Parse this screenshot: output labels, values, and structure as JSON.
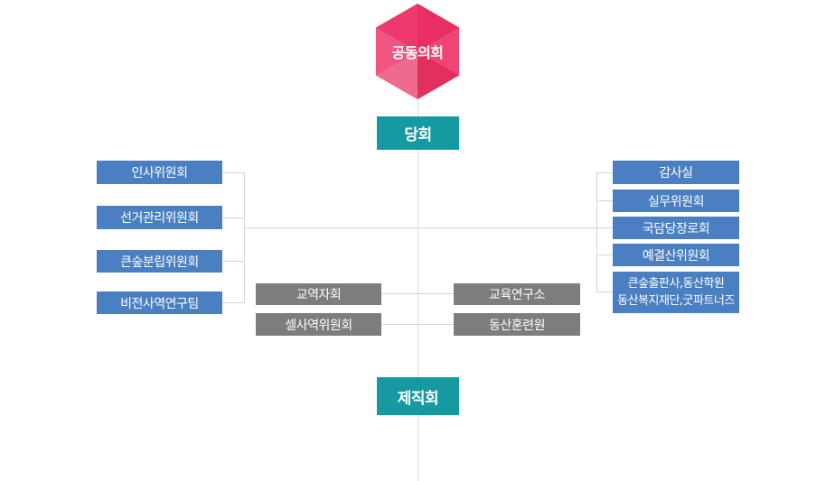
{
  "top": {
    "label": "공동의회",
    "color": "#e8386a"
  },
  "center_nodes": {
    "party": "당회",
    "staff": "제직회"
  },
  "left_committees": [
    "인사위원회",
    "선거관리위원회",
    "큰숲분립위원회",
    "비전사역연구팀"
  ],
  "right_committees": [
    "감사실",
    "실무위원회",
    "국담당장로회",
    "예결산위원회"
  ],
  "right_multi": {
    "line1": "큰숲출판사,동산학원",
    "line2": "동산복지재단,굿파트너즈"
  },
  "middle_left": [
    "교역자회",
    "셀사역위원회"
  ],
  "middle_right": [
    "교육연구소",
    "동산훈련원"
  ],
  "colors": {
    "blue": "#4a7fc1",
    "gray": "#7d7d7d",
    "teal": "#169aa1",
    "line": "#d6d6d6"
  }
}
